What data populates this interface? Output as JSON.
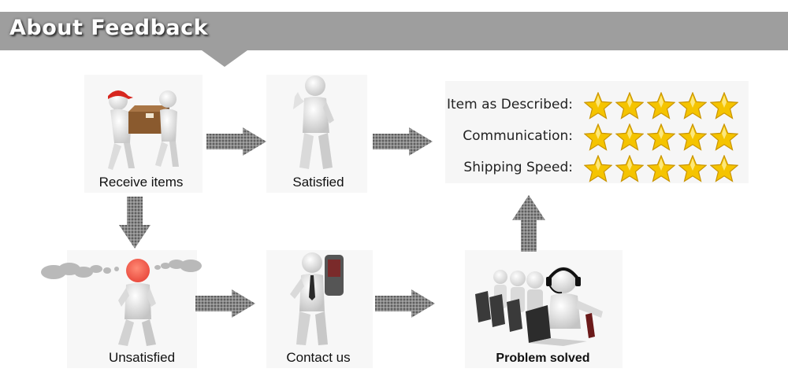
{
  "header": {
    "title": "About Feedback"
  },
  "nodes": {
    "receive": {
      "label": "Receive items"
    },
    "satisfied": {
      "label": "Satisfied"
    },
    "unsatisfied": {
      "label": "Unsatisfied"
    },
    "contact": {
      "label": "Contact us"
    },
    "solved": {
      "label": "Problem solved"
    }
  },
  "ratings": {
    "rows": [
      {
        "label": "Item as Described:",
        "stars": 5
      },
      {
        "label": "Communication:",
        "stars": 5
      },
      {
        "label": "Shipping Speed:",
        "stars": 5
      }
    ],
    "max_stars": 5
  },
  "colors": {
    "banner": "#9e9e9e",
    "arrow": "#6f6f6f",
    "star": "#f5c400",
    "alert_head": "#e8463a",
    "cap": "#d7261e"
  }
}
